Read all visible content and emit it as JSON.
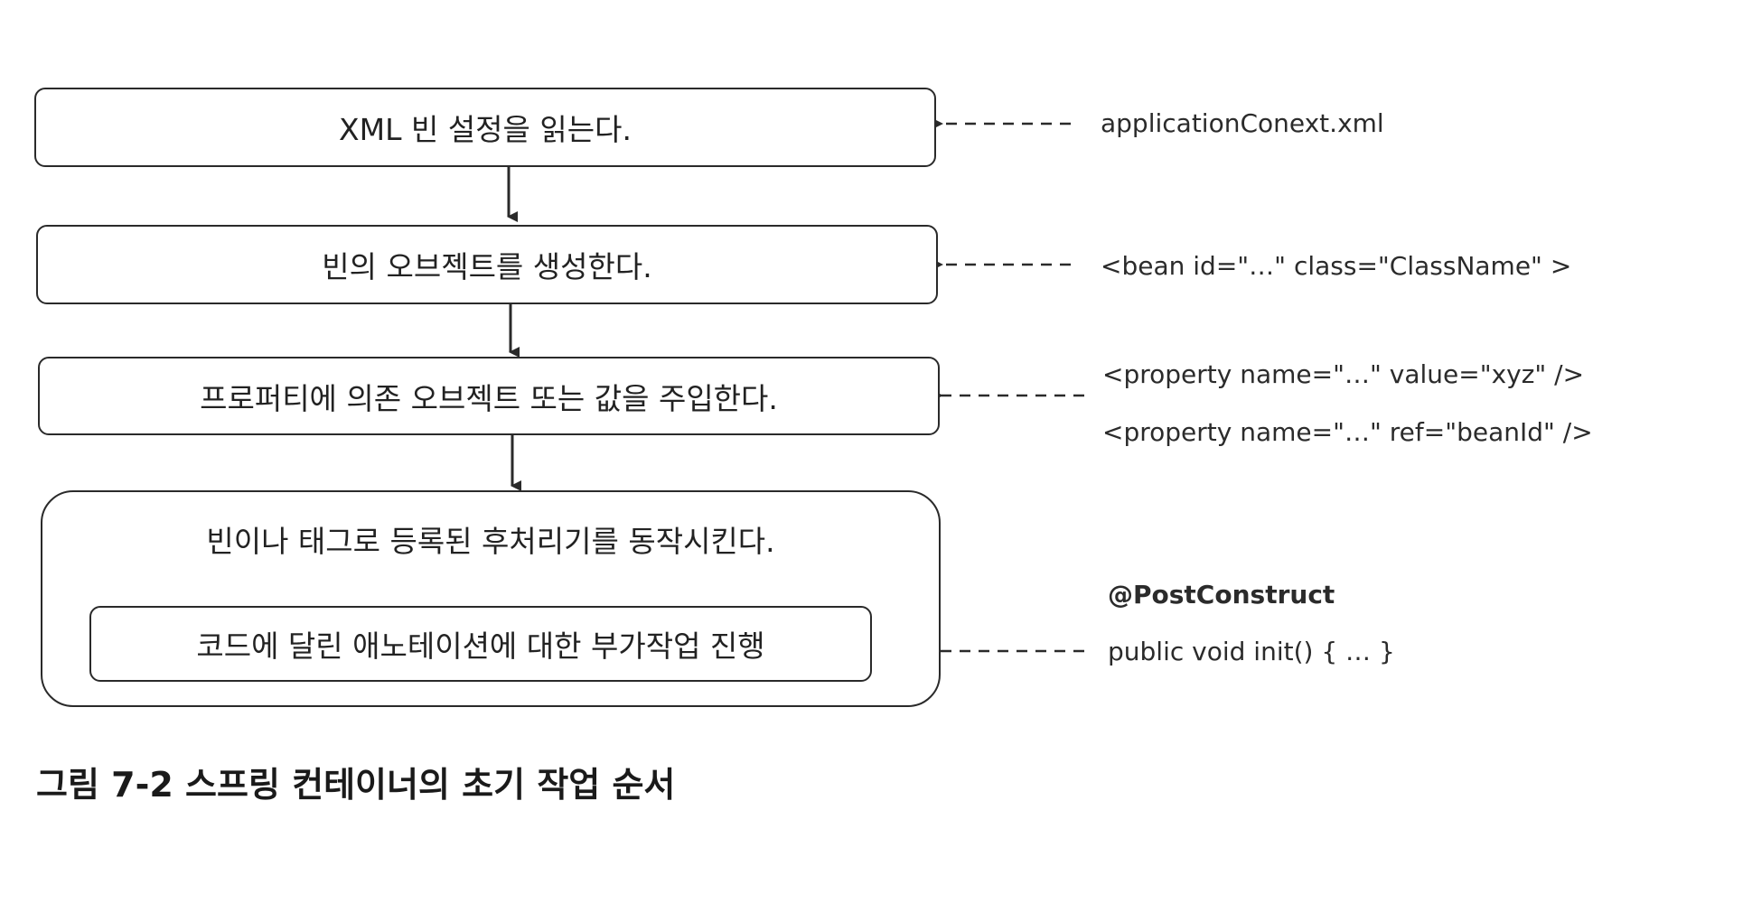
{
  "steps": [
    {
      "label": "XML 빈 설정을 읽는다."
    },
    {
      "label": "빈의 오브젝트를 생성한다."
    },
    {
      "label": "프로퍼티에 의존 오브젝트 또는 값을 주입한다."
    },
    {
      "label": "빈이나 태그로 등록된 후처리기를 동작시킨다."
    }
  ],
  "inner_step": {
    "label": "코드에 달린 애노테이션에 대한 부가작업 진행"
  },
  "notes": {
    "xml_file": "applicationConext.xml",
    "bean_tag": "<bean id=\"…\" class=\"ClassName\" >",
    "property_value": "<property name=\"…\" value=\"xyz\" />",
    "property_ref": "<property name=\"…\" ref=\"beanId\" />",
    "annotation": "@PostConstruct",
    "init_method": "public void init() { … }"
  },
  "caption": "그림 7-2 스프링 컨테이너의 초기 작업 순서"
}
